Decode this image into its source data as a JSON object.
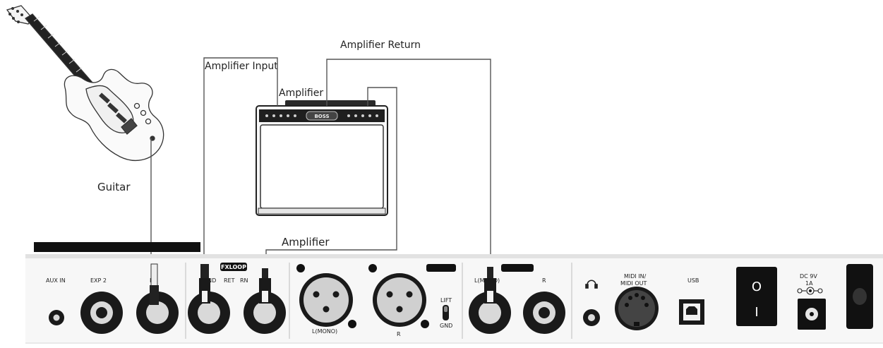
{
  "labels": {
    "guitar": "Guitar",
    "amplifier_input": "Amplifier Input",
    "amplifier_return": "Amplifier Return",
    "amplifier_top": "Amplifier",
    "amplifier_bottom": "Amplifier"
  },
  "panel": {
    "aux_in": "AUX IN",
    "exp2": "EXP 2",
    "in": "IN",
    "fxloop": "FXLOOP",
    "snd": "SND",
    "ret": "RET",
    "rn": "RN",
    "l_mono_xlr": "L(MONO)",
    "r_xlr": "R",
    "lift": "LIFT",
    "gnd": "GND",
    "l_mono_jack": "L(MONO)",
    "r_jack": "R",
    "midi_in": "MIDI IN/",
    "midi_out": "MIDI OUT",
    "usb": "USB",
    "power_on": "O",
    "power_off": "I",
    "dc_line1": "DC 9V",
    "dc_line2": "1A",
    "amp_brand": "BOSS"
  }
}
